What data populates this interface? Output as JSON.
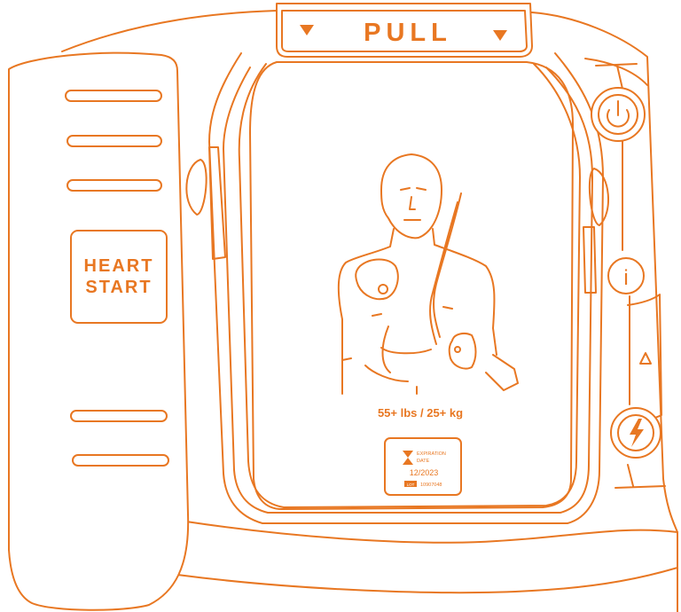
{
  "colors": {
    "line": "#e87722",
    "background": "#ffffff"
  },
  "lid": {
    "pull_label": "PULL",
    "arrow_icon": "triangle-down-icon"
  },
  "brand": {
    "line1": "HEART",
    "line2": "START"
  },
  "pad_placement": {
    "weight_label": "55+ lbs / 25+ kg"
  },
  "cartridge": {
    "expiration_label_1": "EXPIRATION",
    "expiration_label_2": "DATE",
    "expiration_value": "12/2023",
    "lot_badge": "LOT",
    "lot_number": "10907048",
    "icon": "hourglass-icon"
  },
  "controls": {
    "power_icon": "power-icon",
    "info_label": "i",
    "info_icon": "info-icon",
    "caution_icon": "caution-triangle-icon",
    "shock_icon": "shock-lightning-icon"
  }
}
